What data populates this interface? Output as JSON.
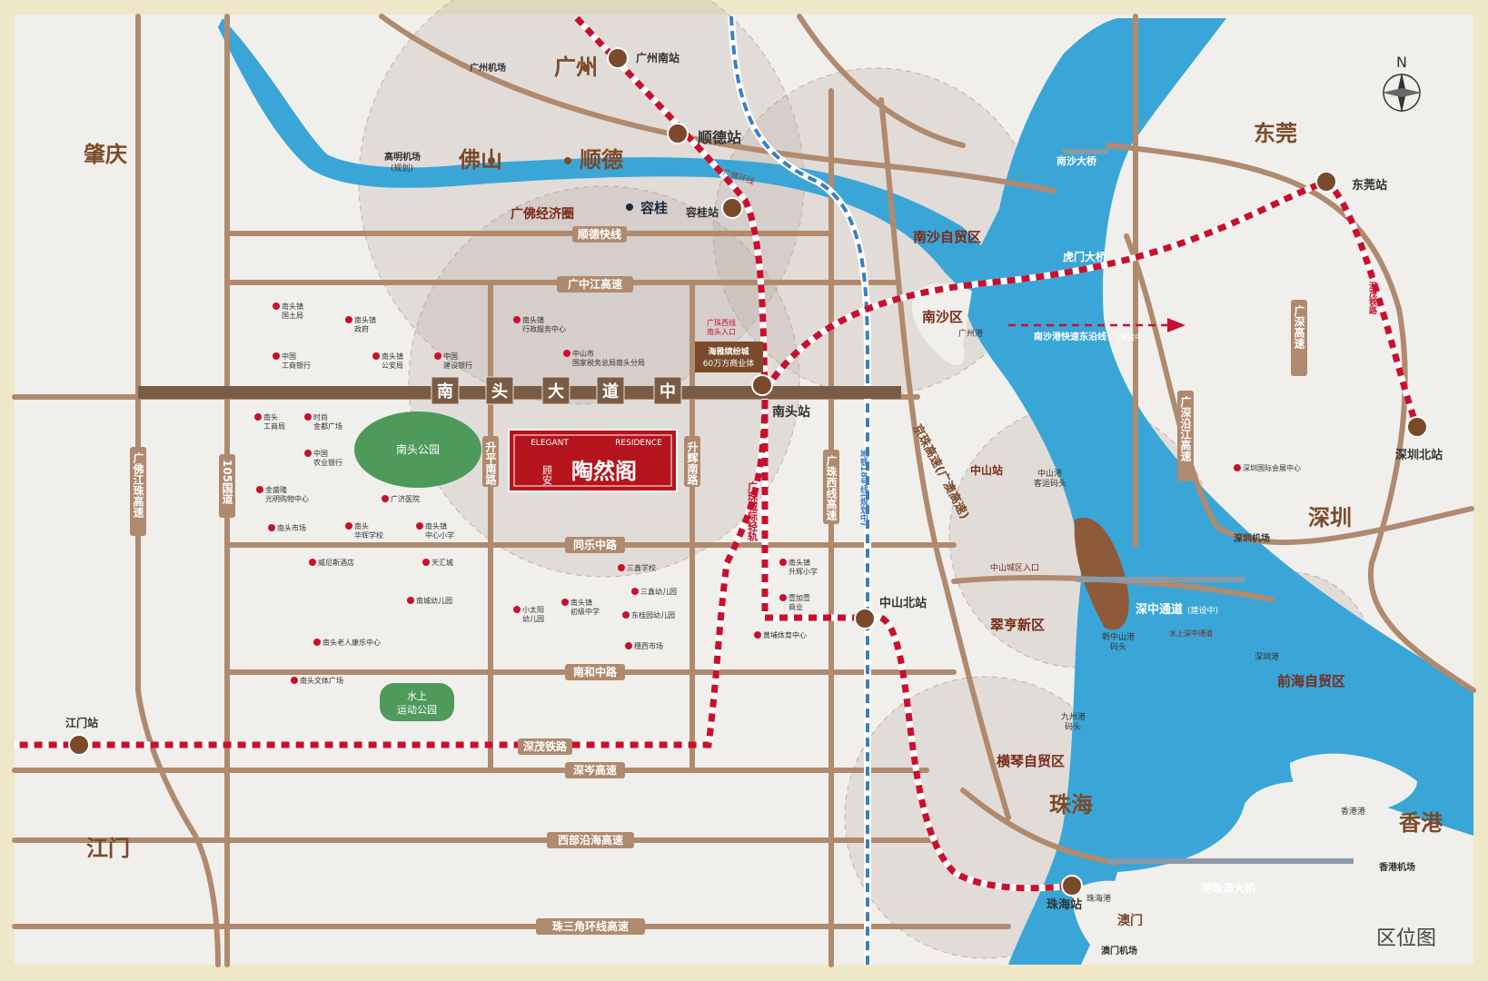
{
  "map_title": "区位图",
  "project": {
    "en_a": "ELEGANT",
    "en_b": "RESIDENCE",
    "brand": "顾安",
    "name": "陶然阁"
  },
  "compass": "N",
  "colors": {
    "bg": "#f1efec",
    "frame": "#efe8c8",
    "road": "#b08a6e",
    "river": "#3aa6d7",
    "rail": "#c8102e",
    "metro": "#3a7fc2",
    "park": "#4e9a5b",
    "accent": "#b5141d",
    "text": "#7a4a2a"
  },
  "cities": [
    {
      "id": "zhaoqing",
      "label": "肇庆"
    },
    {
      "id": "guangzhou",
      "label": "广州"
    },
    {
      "id": "foshan",
      "label": "佛山"
    },
    {
      "id": "shunde",
      "label": "顺德"
    },
    {
      "id": "dongguan",
      "label": "东莞"
    },
    {
      "id": "shenzhen",
      "label": "深圳"
    },
    {
      "id": "jiangmen",
      "label": "江门"
    },
    {
      "id": "zhuhai",
      "label": "珠海"
    },
    {
      "id": "hongkong",
      "label": "香港"
    },
    {
      "id": "macau",
      "label": "澳门"
    }
  ],
  "zones": [
    {
      "id": "gf",
      "label": "广佛经济圈"
    },
    {
      "id": "ns",
      "label": "南沙自贸区"
    },
    {
      "id": "nsq",
      "label": "南沙区"
    },
    {
      "id": "cuiheng",
      "label": "翠亨新区"
    },
    {
      "id": "hengqin",
      "label": "横琴自贸区"
    },
    {
      "id": "qianhai",
      "label": "前海自贸区"
    },
    {
      "id": "ronggui",
      "label": "容桂"
    },
    {
      "id": "zhongshan",
      "label": "中山站"
    }
  ],
  "stations": [
    {
      "id": "gzs",
      "label": "广州南站"
    },
    {
      "id": "sd",
      "label": "顺德站"
    },
    {
      "id": "rg",
      "label": "容桂站"
    },
    {
      "id": "nt",
      "label": "南头站"
    },
    {
      "id": "zsn",
      "label": "中山北站"
    },
    {
      "id": "zh",
      "label": "珠海站"
    },
    {
      "id": "jm",
      "label": "江门站"
    },
    {
      "id": "dg",
      "label": "东莞站"
    },
    {
      "id": "szn",
      "label": "深圳北站"
    }
  ],
  "airports": [
    {
      "id": "gz",
      "label": "广州机场"
    },
    {
      "id": "gm",
      "label": "高明机场",
      "note": "(规划)"
    },
    {
      "id": "sz",
      "label": "深圳机场"
    },
    {
      "id": "hk",
      "label": "香港机场"
    },
    {
      "id": "mo",
      "label": "澳门机场"
    }
  ],
  "ports": [
    {
      "id": "gzp",
      "label": "广州港"
    },
    {
      "id": "zsg",
      "label": "中山港",
      "note": "客运码头"
    },
    {
      "id": "xzs",
      "label": "新中山港",
      "note": "码头"
    },
    {
      "id": "jz",
      "label": "九州港",
      "note": "码头"
    },
    {
      "id": "szp",
      "label": "深圳港"
    },
    {
      "id": "hkp",
      "label": "香港港"
    },
    {
      "id": "zhp",
      "label": "珠海港"
    }
  ],
  "bridges": [
    {
      "id": "nsb",
      "label": "南沙大桥"
    },
    {
      "id": "hmb",
      "label": "虎门大桥"
    },
    {
      "id": "szc",
      "label": "深中通道",
      "note": "(建设中)"
    },
    {
      "id": "gzmb",
      "label": "港珠澳大桥"
    }
  ],
  "roads": [
    {
      "id": "nt",
      "label": "南头大道中"
    },
    {
      "id": "gzj",
      "label": "广中江高速"
    },
    {
      "id": "sdk",
      "label": "顺德快线"
    },
    {
      "id": "tl",
      "label": "同乐中路"
    },
    {
      "id": "nh",
      "label": "南和中路"
    },
    {
      "id": "scgs",
      "label": "深岑高速"
    },
    {
      "id": "xbys",
      "label": "西部沿海高速"
    },
    {
      "id": "zsjh",
      "label": "珠三角环线高速"
    },
    {
      "id": "sp",
      "label": "升平南路"
    },
    {
      "id": "sh",
      "label": "升辉南路"
    },
    {
      "id": "g105",
      "label": "105国道"
    },
    {
      "id": "gfjz",
      "label": "广佛江珠高速"
    },
    {
      "id": "gzxx",
      "label": "广珠西线高速"
    },
    {
      "id": "jhgs",
      "label": "京珠高速(广澳高速)"
    },
    {
      "id": "gsyj",
      "label": "广深沿江高速"
    },
    {
      "id": "gsgs",
      "label": "广深高速"
    },
    {
      "id": "gzcj",
      "label": "广珠城际轻轨"
    },
    {
      "id": "sm",
      "label": "深茂铁路"
    },
    {
      "id": "szjk",
      "label": "深茂铁路"
    },
    {
      "id": "ggsz",
      "label": "广佛环线"
    },
    {
      "id": "metro18",
      "label": "地铁18号线(规划中)"
    },
    {
      "id": "nsk",
      "label": "南沙港快速东沿线",
      "note": "(建设中)"
    },
    {
      "id": "sszh",
      "label": "水上深中通道"
    },
    {
      "id": "zsru",
      "label": "中山城区入口"
    },
    {
      "id": "gzxr",
      "label": "广珠西线",
      "note": "南头入口"
    }
  ],
  "pois": [
    {
      "label": "南头镇",
      "note": "国土局"
    },
    {
      "label": "南头镇",
      "note": "政府"
    },
    {
      "label": "南头镇",
      "note": "行政服务中心"
    },
    {
      "label": "中山市",
      "note": "国家税务总局南头分局"
    },
    {
      "label": "中国",
      "note": "工商银行"
    },
    {
      "label": "南头镇",
      "note": "公安局"
    },
    {
      "label": "中国",
      "note": "建设银行"
    },
    {
      "label": "南头",
      "note": "工商局"
    },
    {
      "label": "时尚",
      "note": "金都广场"
    },
    {
      "label": "中国",
      "note": "农业银行"
    },
    {
      "label": "金盛隆",
      "note": "光明购物中心"
    },
    {
      "label": "广济医院",
      "note": ""
    },
    {
      "label": "南头市场",
      "note": ""
    },
    {
      "label": "南头",
      "note": "华辉学校"
    },
    {
      "label": "南头镇",
      "note": "中心小学"
    },
    {
      "label": "威尼斯酒店",
      "note": ""
    },
    {
      "label": "天汇城",
      "note": ""
    },
    {
      "label": "南城幼儿园",
      "note": ""
    },
    {
      "label": "南头老人康乐中心",
      "note": ""
    },
    {
      "label": "南头文体广场",
      "note": ""
    },
    {
      "label": "三鑫学校",
      "note": ""
    },
    {
      "label": "三鑫幼儿园",
      "note": ""
    },
    {
      "label": "小太阳",
      "note": "幼儿园"
    },
    {
      "label": "南头镇",
      "note": "初级中学"
    },
    {
      "label": "东桂园幼儿园",
      "note": ""
    },
    {
      "label": "穗西市场",
      "note": ""
    },
    {
      "label": "南头镇",
      "note": "升辉小学"
    },
    {
      "label": "壹加壹",
      "note": "商业"
    },
    {
      "label": "黄埔体育中心",
      "note": ""
    },
    {
      "label": "深圳国际会展中心",
      "note": ""
    }
  ],
  "parks": [
    {
      "id": "p1",
      "label": "南头公园"
    },
    {
      "id": "p2",
      "label": "水上",
      "note": "运动公园"
    }
  ],
  "mall": {
    "label": "海雅缤纷城",
    "note": "60万方商业体"
  }
}
